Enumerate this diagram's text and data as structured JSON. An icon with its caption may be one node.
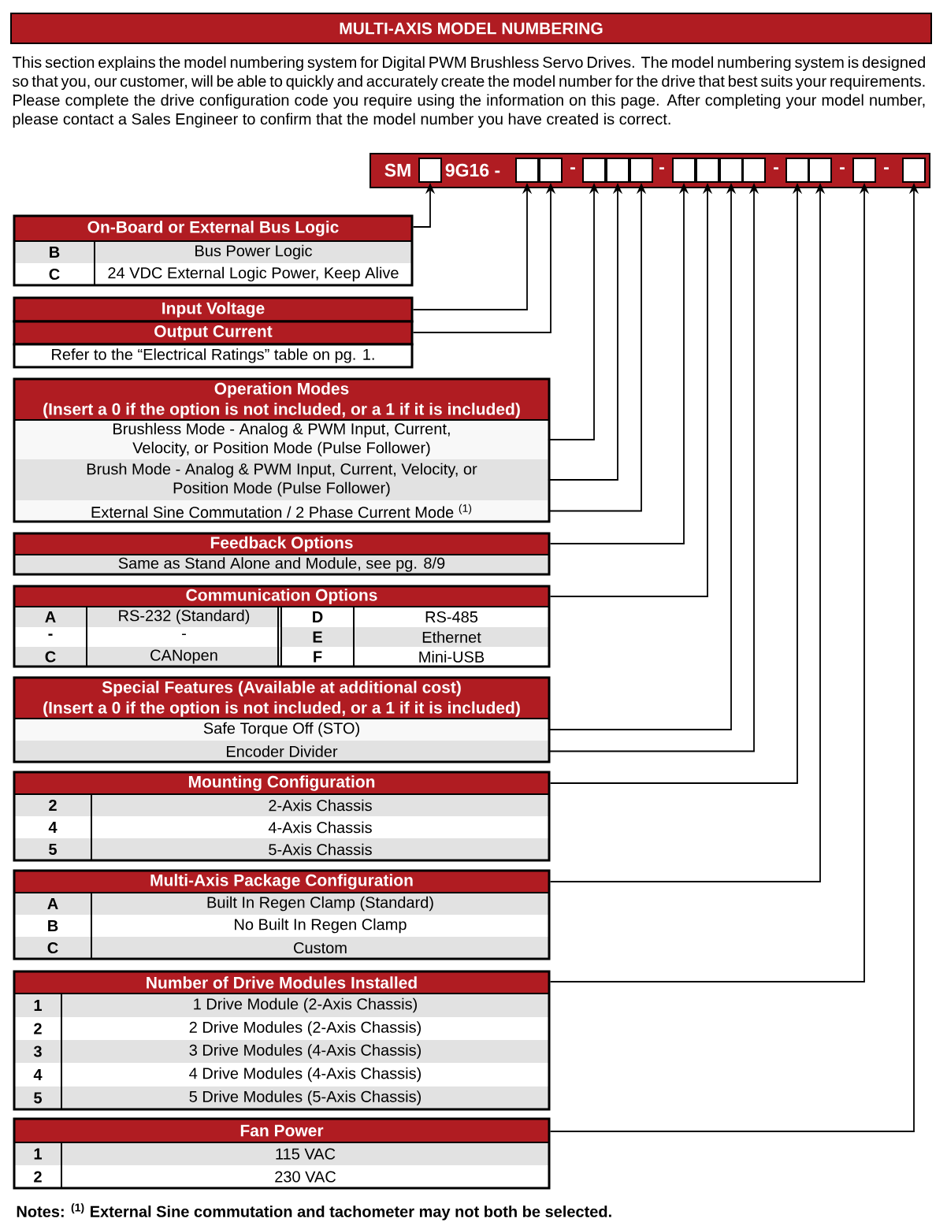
{
  "diagram": {
    "title": "MULTI-AXIS MODEL NUMBERING",
    "nodes": [
      {
        "text": [
          "SM",
          "9G16 -",
          "-",
          "-",
          "-",
          "-",
          "-"
        ]
      },
      {
        "text": [],
        "shape": "box",
        "in": 0
      },
      {
        "text": [],
        "shape": "box",
        "in": 0
      },
      {
        "text": [],
        "shape": "box",
        "in": 0
      },
      {
        "text": [],
        "shape": "box",
        "in": 0
      },
      {
        "text": [],
        "shape": "box",
        "in": 0
      },
      {
        "text": [],
        "shape": "box",
        "in": 0
      },
      {
        "text": [],
        "shape": "box",
        "in": 0
      },
      {
        "text": [],
        "shape": "box",
        "in": 0
      },
      {
        "text": [],
        "shape": "box",
        "in": 0
      },
      {
        "text": [],
        "shape": "box",
        "in": 0
      },
      {
        "text": [],
        "shape": "box",
        "in": 0
      },
      {
        "text": [],
        "shape": "box",
        "in": 0
      },
      {
        "text": [],
        "shape": "box",
        "in": 0
      },
      {
        "text": [],
        "shape": "box",
        "in": 0
      },
      {
        "text": [
          "On-Board or External Bus Logic",
          "B",
          "Bus Power Logic",
          "C",
          "24 VDC External Logic Power, Keep Alive"
        ]
      },
      {
        "text": [
          "Input Voltage"
        ]
      },
      {
        "text": [
          "Output Current"
        ]
      },
      {
        "text": [
          "Refer to the “Electrical Ratings” table on pg. 1."
        ]
      },
      {
        "text": [
          "Operation Modes",
          "(Insert a 0 if the option is not included, or a 1 if it is included)"
        ]
      },
      {
        "text": [
          "Brushless Mode - Analog & PWM Input, Current, Velocity, or Position Mode (Pulse Follower)"
        ],
        "in": 19
      },
      {
        "text": [
          "Brush Mode - Analog & PWM Input, Current, Velocity, or Position Mode (Pulse Follower)"
        ],
        "in": 19
      },
      {
        "text": [
          "External Sine Commutation / 2 Phase Current Mode $^{(1)}$"
        ],
        "in": 19
      },
      {
        "text": [
          "Feedback Options",
          "Same as Stand Alone and Module, see pg. 8/9"
        ]
      },
      {
        "text": [
          "Communication Options",
          "A",
          "RS-232 (Standard)",
          "D",
          "RS-485",
          "-",
          "-",
          "E",
          "Ethernet",
          "C",
          "CANopen",
          "F",
          "Mini-USB"
        ]
      },
      {
        "text": [
          "Special Features (Available at additional cost)",
          "(Insert a 0 if the option is not included, or a 1 if it is included)"
        ]
      },
      {
        "text": [
          "Safe Torque Off (STO)"
        ],
        "in": 25
      },
      {
        "text": [
          "Encoder Divider"
        ],
        "in": 25
      },
      {
        "text": [
          "Mounting Configuration",
          "2",
          "2-Axis Chassis",
          "4",
          "4-Axis Chassis",
          "5",
          "5-Axis Chassis"
        ]
      },
      {
        "text": [
          "Multi-Axis Package Configuration",
          "A",
          "Built In Regen Clamp (Standard)",
          "B",
          "No Built In Regen Clamp",
          "C",
          "Custom"
        ]
      },
      {
        "text": [
          "Number of Drive Modules Installed",
          "1",
          "1 Drive Module (2-Axis Chassis)",
          "2",
          "2 Drive Modules (2-Axis Chassis)",
          "3",
          "3 Drive Modules (4-Axis Chassis)",
          "4",
          "4 Drive Modules (4-Axis Chassis)",
          "5",
          "5 Drive Modules (5-Axis Chassis)"
        ]
      },
      {
        "text": [
          "Fan Power",
          "1",
          "115 VAC",
          "2",
          "230 VAC"
        ]
      }
    ],
    "edges": [
      {
        "from": 15,
        "to": 1,
        "arrow": "to"
      },
      {
        "from": 16,
        "to": 2,
        "arrow": "to"
      },
      {
        "from": 17,
        "to": 3,
        "arrow": "to"
      },
      {
        "from": 20,
        "to": 4,
        "arrow": "to"
      },
      {
        "from": 21,
        "to": 5,
        "arrow": "to"
      },
      {
        "from": 22,
        "to": 6,
        "arrow": "to"
      },
      {
        "from": 23,
        "to": 7,
        "arrow": "to"
      },
      {
        "from": 24,
        "to": 8,
        "arrow": "to"
      },
      {
        "from": 26,
        "to": 9,
        "arrow": "to"
      },
      {
        "from": 27,
        "to": 10,
        "arrow": "to"
      },
      {
        "from": 28,
        "to": 11,
        "arrow": "to"
      },
      {
        "from": 29,
        "to": 12,
        "arrow": "to"
      },
      {
        "from": 30,
        "to": 13,
        "arrow": "to"
      },
      {
        "from": 31,
        "to": 14,
        "arrow": "to"
      }
    ],
    "labels": [
      "This section explains the model numbering system for Digital PWM Brushless Servo Drives. The model numbering system is designed so that you, our customer, will be able to quickly and accurately create the model number for the drive that best suits your requirements. Please complete the drive configuration code you require using the information on this page. After completing your model number, please contact a Sales Engineer to confirm that the model number you have created is correct.",
      "Notes: $^{(1)}$ External Sine commutation and tachometer may not both be selected."
    ]
  }
}
